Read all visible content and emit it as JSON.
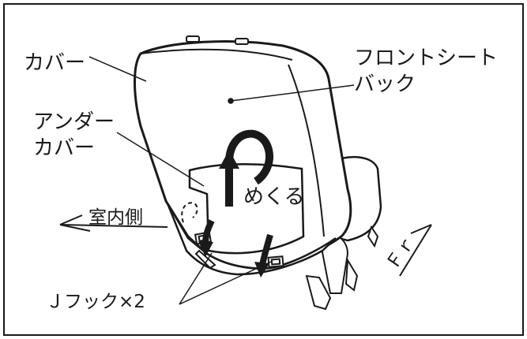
{
  "labels": {
    "cover": "カバー",
    "front_seat_back_line1": "フロントシート",
    "front_seat_back_line2": "バック",
    "under_cover_line1": "アンダー",
    "under_cover_line2": "カバー",
    "flip": "めくる",
    "interior_side": "室内側",
    "j_hook": "Ｊフック×2",
    "fr": "Ｆｒ"
  },
  "colors": {
    "line": "#1a1a1a",
    "seat_fill": "#ffffff",
    "background": "#ffffff"
  }
}
